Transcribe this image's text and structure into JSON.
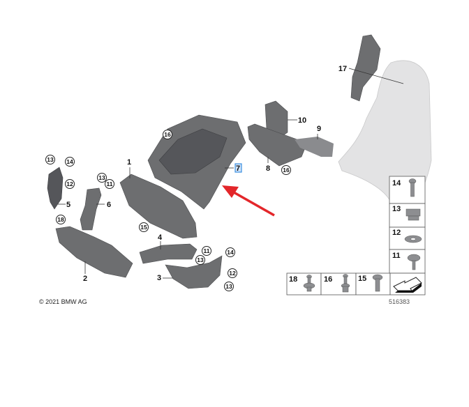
{
  "diagram": {
    "copyright": "© 2021 BMW AG",
    "diagram_number": "516383",
    "highlighted_part": "7",
    "highlight_color": "#3b8fe0",
    "arrow_color": "#e3262a",
    "part_labels": [
      "1",
      "2",
      "3",
      "4",
      "5",
      "6",
      "7",
      "8",
      "9",
      "10",
      "17"
    ],
    "callouts": [
      "16",
      "13",
      "14",
      "12",
      "13",
      "11",
      "18",
      "15",
      "11",
      "13",
      "14",
      "12",
      "13",
      "16"
    ],
    "legend": {
      "right_column": [
        "14",
        "13",
        "12",
        "11"
      ],
      "bottom_row": [
        "18",
        "16",
        "15"
      ],
      "last_cell_icon": "direction-arrow-icon"
    }
  }
}
